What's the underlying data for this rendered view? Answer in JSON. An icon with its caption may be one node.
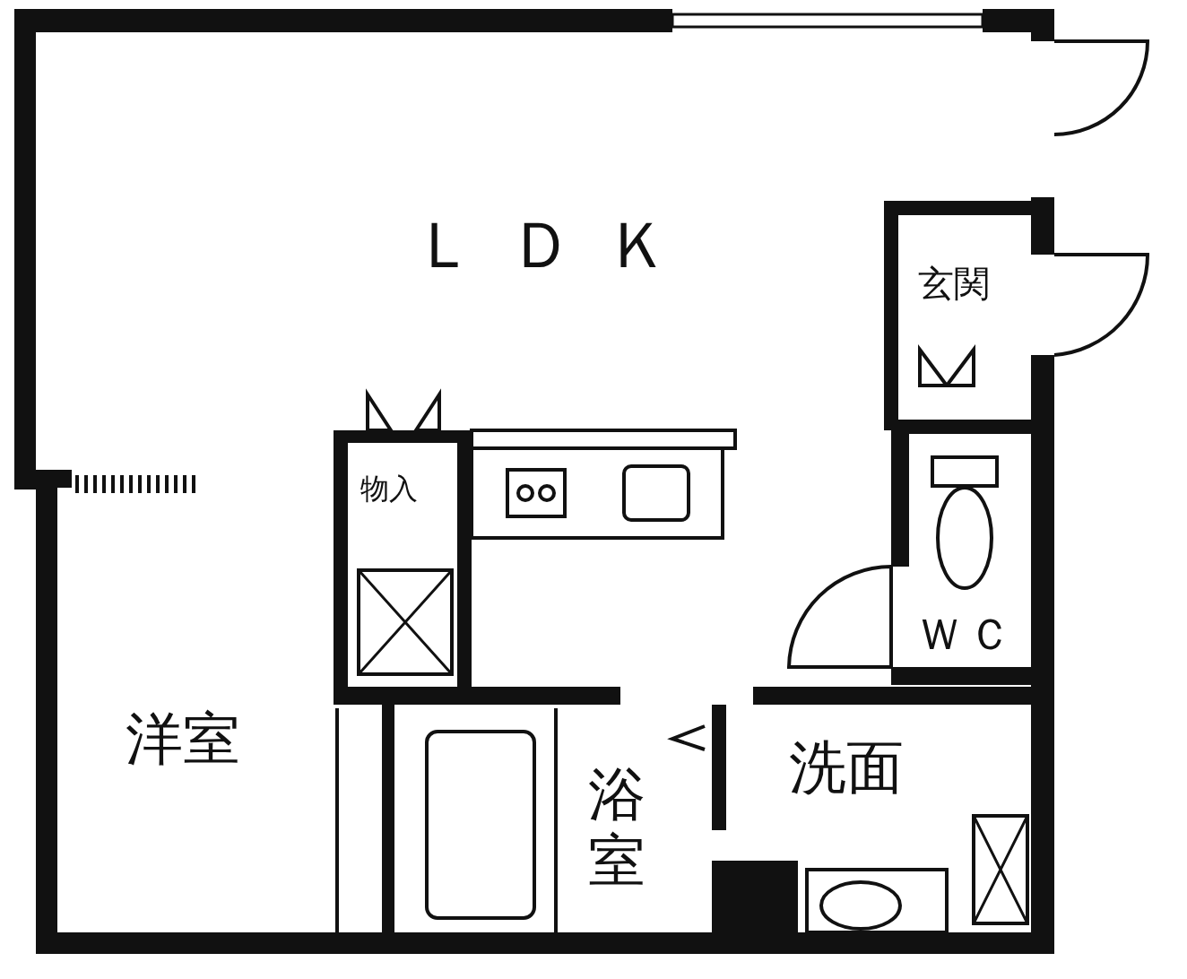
{
  "diagram": {
    "nodes": [
      {
        "text": [
          "ＬＤＫ"
        ]
      },
      {
        "text": [
          "玄関"
        ]
      },
      {
        "text": [
          "物入"
        ]
      },
      {
        "text": [
          "ＷＣ"
        ]
      },
      {
        "text": [
          "洋室"
        ]
      },
      {
        "text": [
          "浴室"
        ]
      },
      {
        "text": [
          "洗面"
        ]
      }
    ],
    "edges": []
  }
}
